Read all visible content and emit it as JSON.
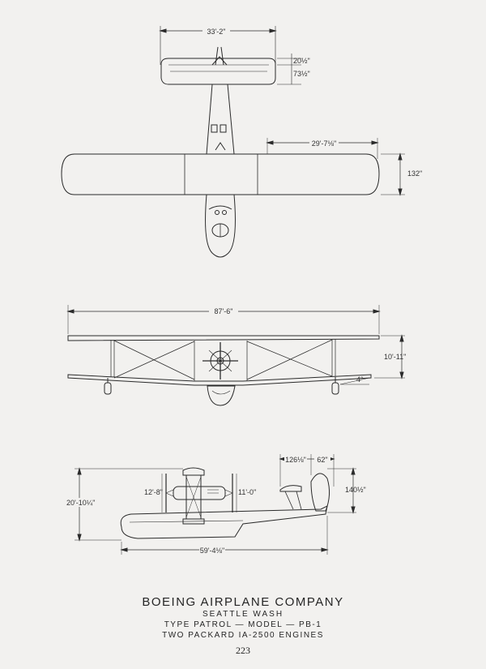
{
  "dimensions": {
    "tail_span": "33'-2\"",
    "tail_chord_front": "20½\"",
    "tail_chord_total": "73½\"",
    "wing_panel": "29'-7⅛\"",
    "wing_chord": "132\"",
    "wing_span": "87'-6\"",
    "wing_gap": "10'-11\"",
    "dihedral": "4°",
    "fin_offset": "126⅛\"",
    "rudder_chord": "62\"",
    "rudder_height": "140½\"",
    "overall_height": "20'-10¼\"",
    "prop_front": "12'-8\"",
    "prop_rear": "11'-0\"",
    "hull_length": "59'-4⅛\""
  },
  "caption": {
    "company": "BOEING AIRPLANE COMPANY",
    "city": "SEATTLE  WASH",
    "type_line": "TYPE PATROL —  MODEL — PB-1",
    "engines": "TWO  PACKARD  IA-2500 ENGINES"
  },
  "page_number": "223"
}
